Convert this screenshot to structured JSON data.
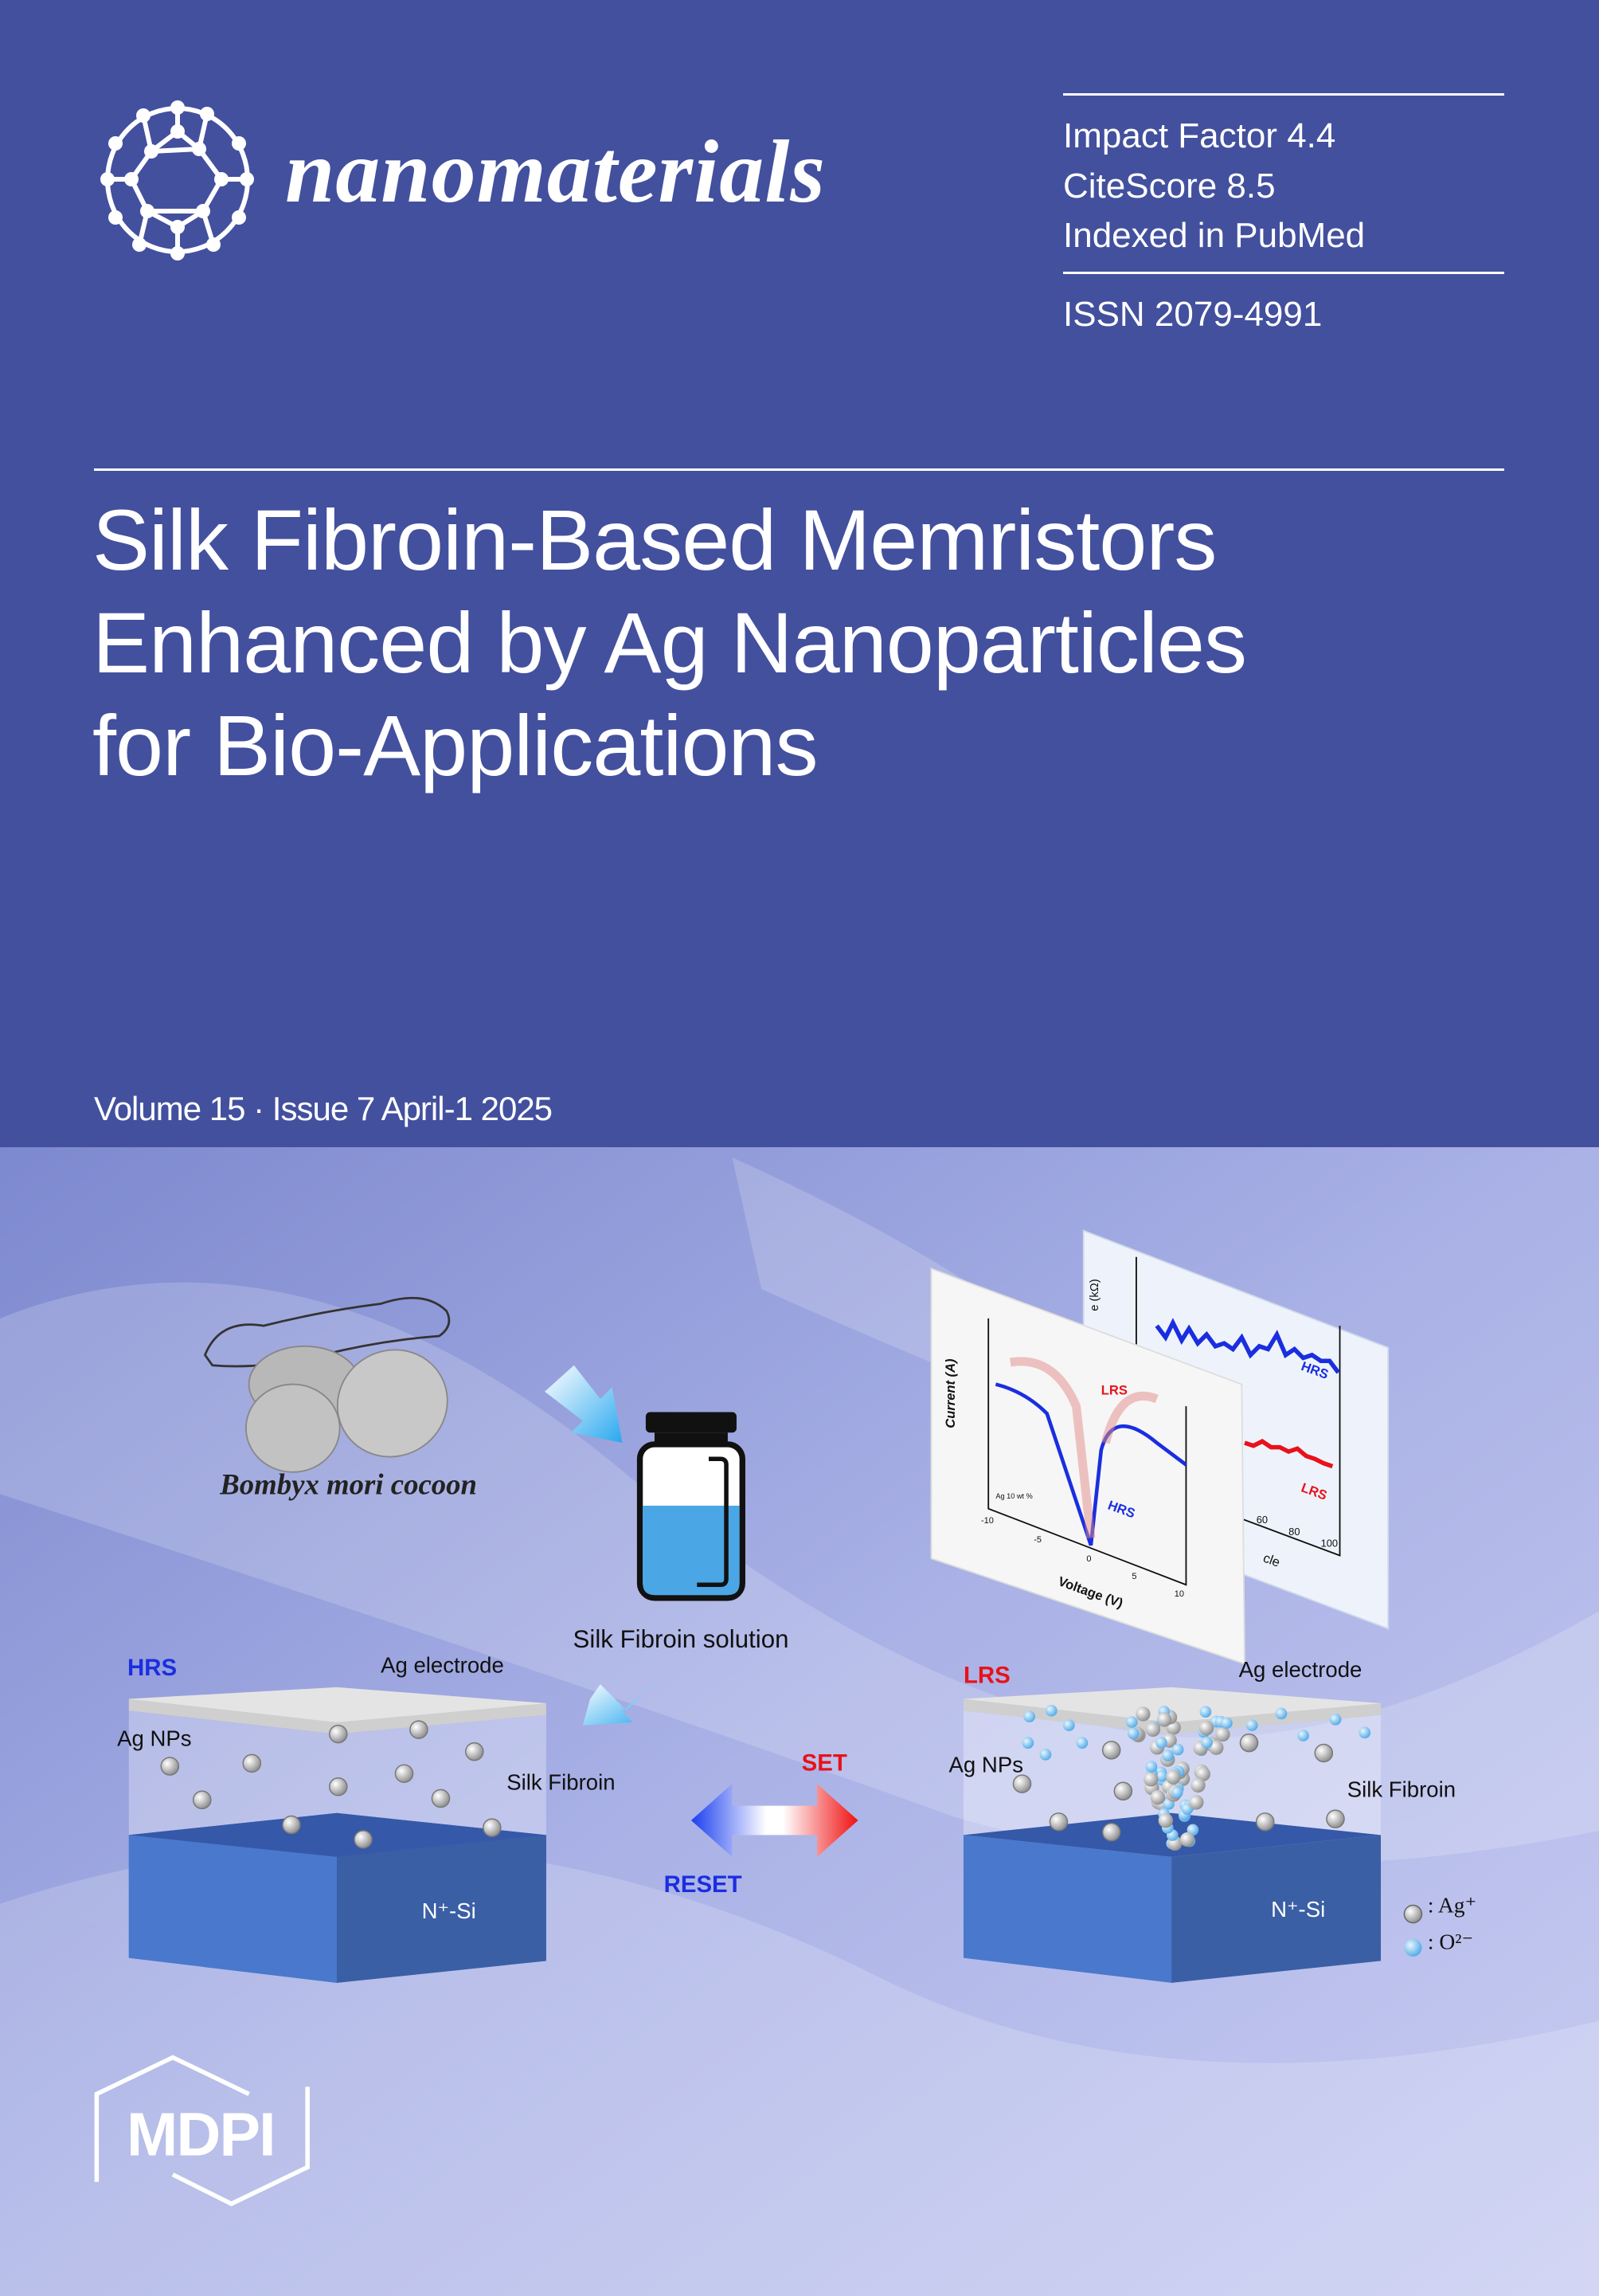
{
  "colors": {
    "header_bg": "#43509e",
    "art_bg_dark": "#7d89cf",
    "art_bg_light": "#c9cdf2",
    "hrs_blue": "#1a2ee0",
    "lrs_red": "#e8121a",
    "silicon_blue": "#4472c4"
  },
  "header": {
    "journal_name": "nanomaterials",
    "logo_icon": "fullerene-icon",
    "metrics": [
      "Impact Factor 4.4",
      "CiteScore 8.5",
      "Indexed in PubMed"
    ],
    "issn": "ISSN 2079-4991"
  },
  "article": {
    "title_lines": [
      "Silk Fibroin-Based Memristors",
      "Enhanced by Ag Nanoparticles",
      "for Bio-Applications"
    ]
  },
  "issue": {
    "volume_line": "Volume 15 · Issue 7 April-1 2025"
  },
  "illustration": {
    "cocoon_label": "Bombyx mori cocoon",
    "solution_label": "Silk Fibroin solution",
    "left_device": {
      "state": "HRS",
      "electrode": "Ag electrode",
      "particles": "Ag NPs",
      "layer": "Silk Fibroin",
      "substrate": "N⁺-Si"
    },
    "right_device": {
      "state": "LRS",
      "electrode": "Ag electrode",
      "particles": "Ag NPs",
      "layer": "Silk Fibroin",
      "substrate": "N⁺-Si"
    },
    "set_label": "SET",
    "reset_label": "RESET",
    "legend": {
      "ag_ion": ": Ag⁺",
      "oxygen_ion": ": O²⁻"
    },
    "iv_plot": {
      "ylabel": "Current (A)",
      "xlabel": "Voltage (V)",
      "lrs": "LRS",
      "hrs": "HRS",
      "note": "Ag 10 wt %",
      "xticks": [
        "-10",
        "-5",
        "0",
        "5",
        "10"
      ]
    },
    "endurance_plot": {
      "ylabel": "e (kΩ)",
      "xlabel": "cle",
      "hrs": "HRS",
      "lrs": "LRS",
      "xticks": [
        "60",
        "80",
        "100"
      ]
    }
  },
  "publisher": {
    "logo_text": "MDPI"
  }
}
